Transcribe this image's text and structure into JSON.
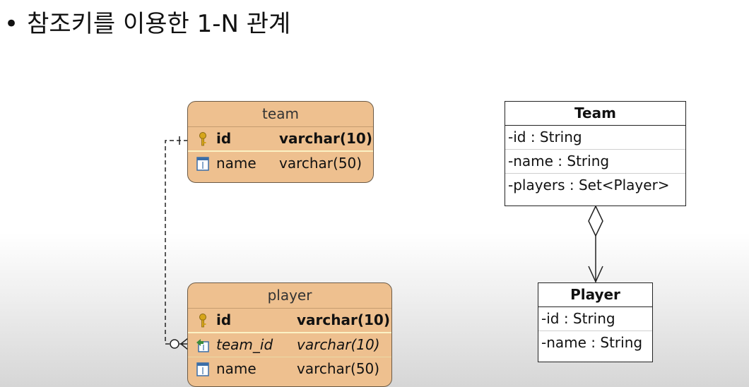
{
  "slide": {
    "bullet": "•",
    "title": "참조키를 이용한 1-N 관계"
  },
  "er_diagram": {
    "entities": [
      {
        "name": "team",
        "columns": [
          {
            "name": "id",
            "type": "varchar(10)",
            "role": "primary-key",
            "icon": "key-icon"
          },
          {
            "name": "name",
            "type": "varchar(50)",
            "role": "column",
            "icon": "column-icon"
          }
        ]
      },
      {
        "name": "player",
        "columns": [
          {
            "name": "id",
            "type": "varchar(10)",
            "role": "primary-key",
            "icon": "key-icon"
          },
          {
            "name": "team_id",
            "type": "varchar(10)",
            "role": "foreign-key",
            "icon": "foreign-key-icon"
          },
          {
            "name": "name",
            "type": "varchar(50)",
            "role": "column",
            "icon": "column-icon"
          }
        ]
      }
    ],
    "relationship": {
      "from": "team",
      "to": "player",
      "from_cardinality": "one",
      "to_cardinality": "zero-or-many"
    }
  },
  "uml_diagram": {
    "classes": [
      {
        "name": "Team",
        "attributes": [
          "-id : String",
          "-name : String",
          "-players : Set<Player>"
        ]
      },
      {
        "name": "Player",
        "attributes": [
          "-id : String",
          "-name : String"
        ]
      }
    ],
    "relationship": {
      "from": "Team",
      "to": "Player",
      "type": "aggregation"
    }
  },
  "colors": {
    "entity_fill": "#eec08f",
    "entity_border": "#6b5a46",
    "pk_separator": "#fbf2c4",
    "key_icon": "#d6a51a",
    "fk_icon": "#3c8a3c"
  }
}
